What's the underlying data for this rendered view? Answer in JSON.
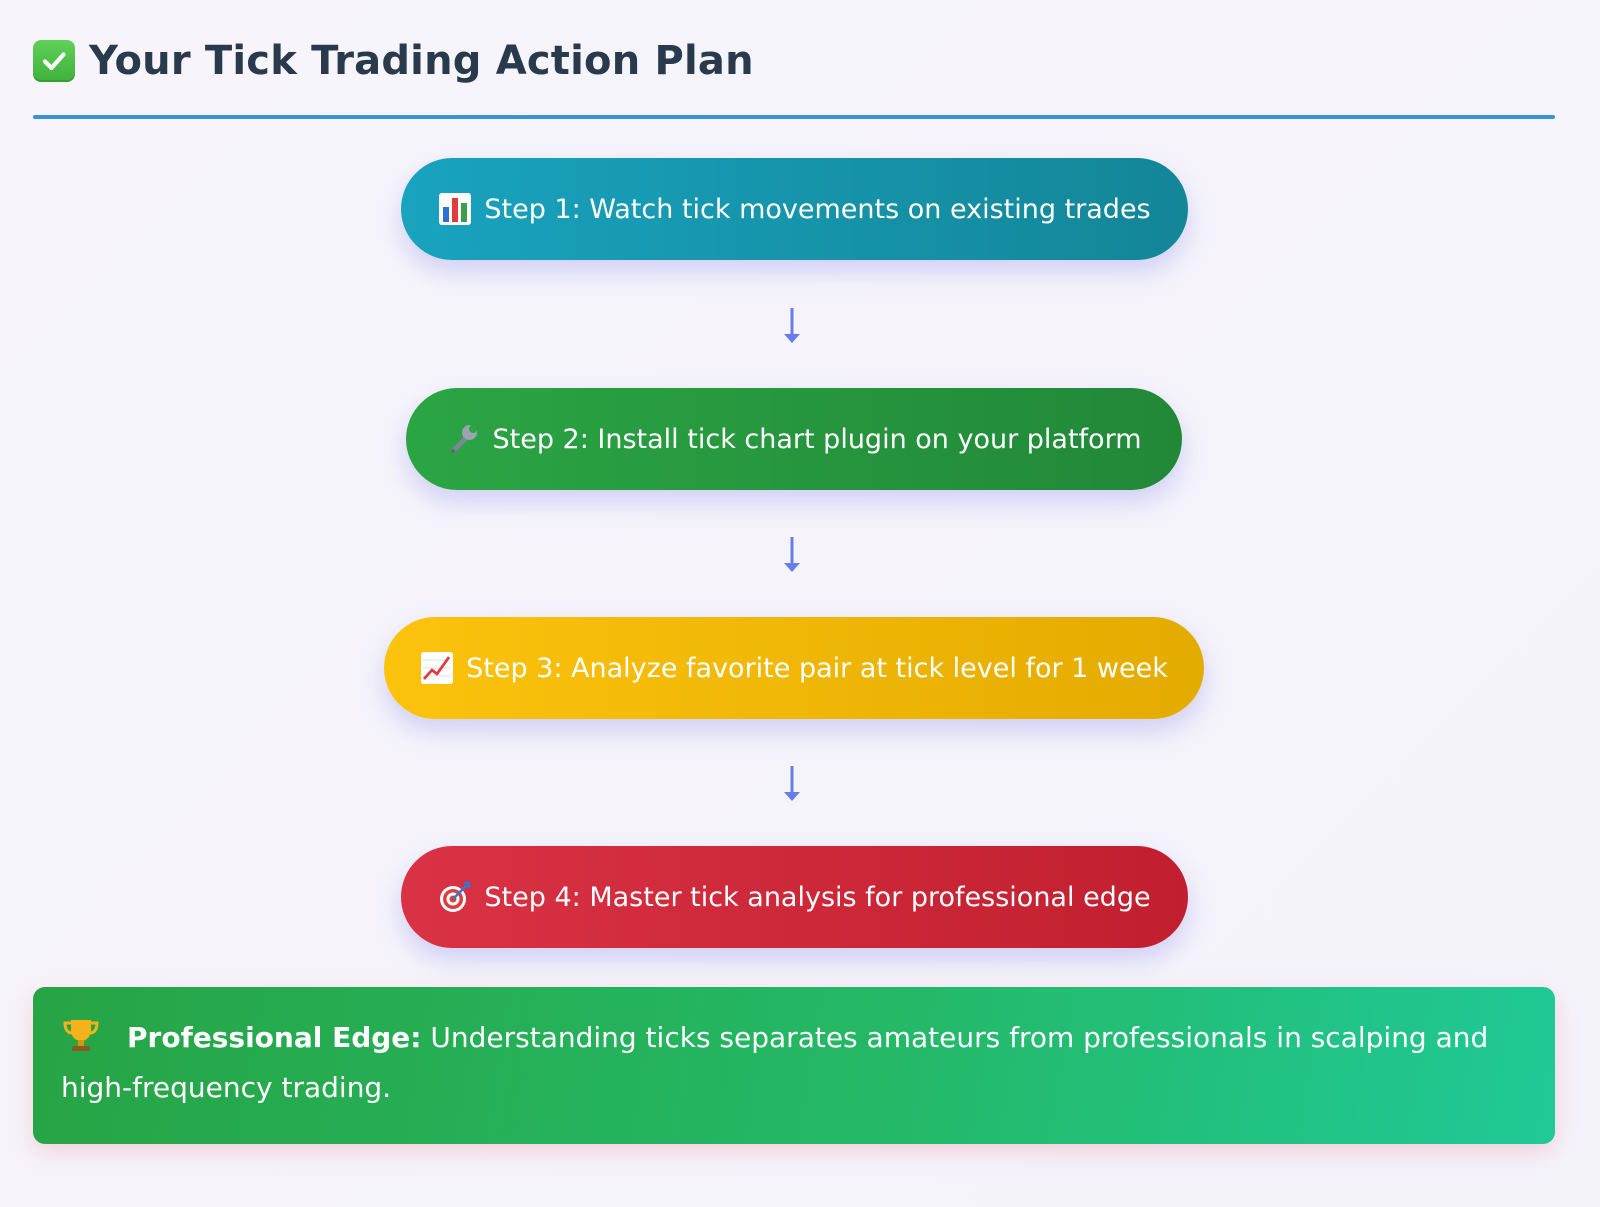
{
  "header": {
    "title": "Your Tick Trading Action Plan",
    "icon": "check-mark-icon"
  },
  "steps": [
    {
      "label": "Step 1: Watch tick movements on existing trades",
      "icon": "bar-chart-icon",
      "color": "#17a2b8"
    },
    {
      "label": "Step 2: Install tick chart plugin on your platform",
      "icon": "wrench-icon",
      "color": "#28a745"
    },
    {
      "label": "Step 3: Analyze favorite pair at tick level for 1 week",
      "icon": "chart-increasing-icon",
      "color": "#ffc107"
    },
    {
      "label": "Step 4: Master tick analysis for professional edge",
      "icon": "target-icon",
      "color": "#dc3545"
    }
  ],
  "connectors": [
    "↓",
    "↓",
    "↓"
  ],
  "edge": {
    "icon": "trophy-icon",
    "label": "Professional Edge:",
    "text": " Understanding ticks separates amateurs from professionals in scalping and high-frequency trading."
  },
  "colors": {
    "title": "#2c3e50",
    "rule": "#3498db",
    "arrow": "#667eea"
  }
}
